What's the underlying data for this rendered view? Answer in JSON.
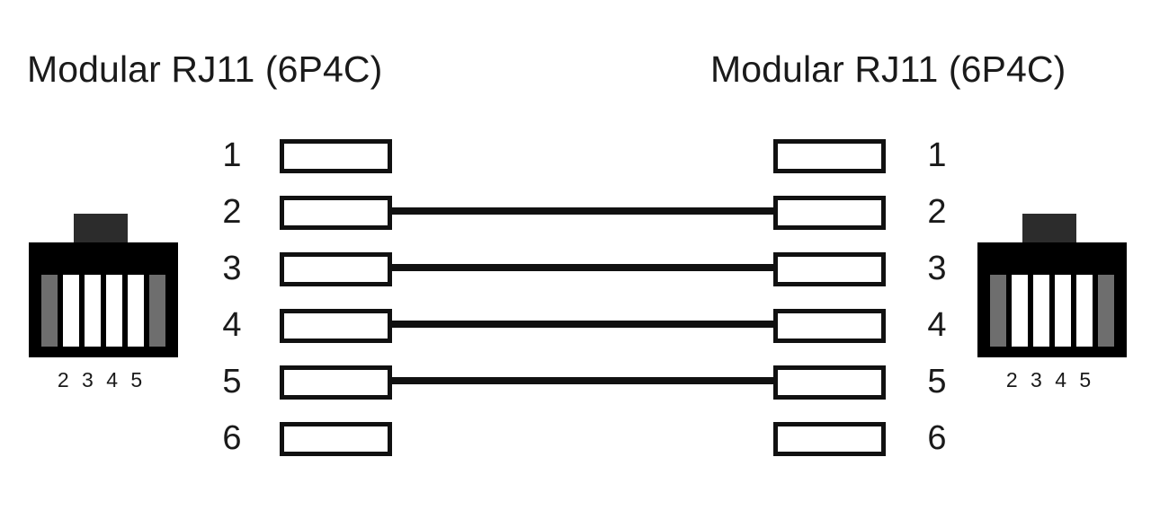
{
  "diagram": {
    "left_connector": {
      "title": "Modular RJ11 (6P4C)",
      "pin_caption": "2 3 4 5",
      "slot_colors": [
        "#6e6e6e",
        "#ffffff",
        "#ffffff",
        "#ffffff",
        "#ffffff",
        "#6e6e6e"
      ],
      "body_color": "#000000",
      "latch_color": "#2c2c2c"
    },
    "right_connector": {
      "title": "Modular RJ11 (6P4C)",
      "pin_caption": "2 3 4 5",
      "slot_colors": [
        "#6e6e6e",
        "#ffffff",
        "#ffffff",
        "#ffffff",
        "#ffffff",
        "#6e6e6e"
      ],
      "body_color": "#000000",
      "latch_color": "#2c2c2c"
    },
    "left_pin_numbers": [
      "1",
      "2",
      "3",
      "4",
      "5",
      "6"
    ],
    "right_pin_numbers": [
      "1",
      "2",
      "3",
      "4",
      "5",
      "6"
    ],
    "connections": [
      {
        "left_pin": "1",
        "right_pin": "1",
        "connected": false
      },
      {
        "left_pin": "2",
        "right_pin": "2",
        "connected": true
      },
      {
        "left_pin": "3",
        "right_pin": "3",
        "connected": true
      },
      {
        "left_pin": "4",
        "right_pin": "4",
        "connected": true
      },
      {
        "left_pin": "5",
        "right_pin": "5",
        "connected": true
      },
      {
        "left_pin": "6",
        "right_pin": "6",
        "connected": false
      }
    ],
    "wire_color": "#111111",
    "box_border_color": "#111111",
    "background_color": "#ffffff"
  }
}
